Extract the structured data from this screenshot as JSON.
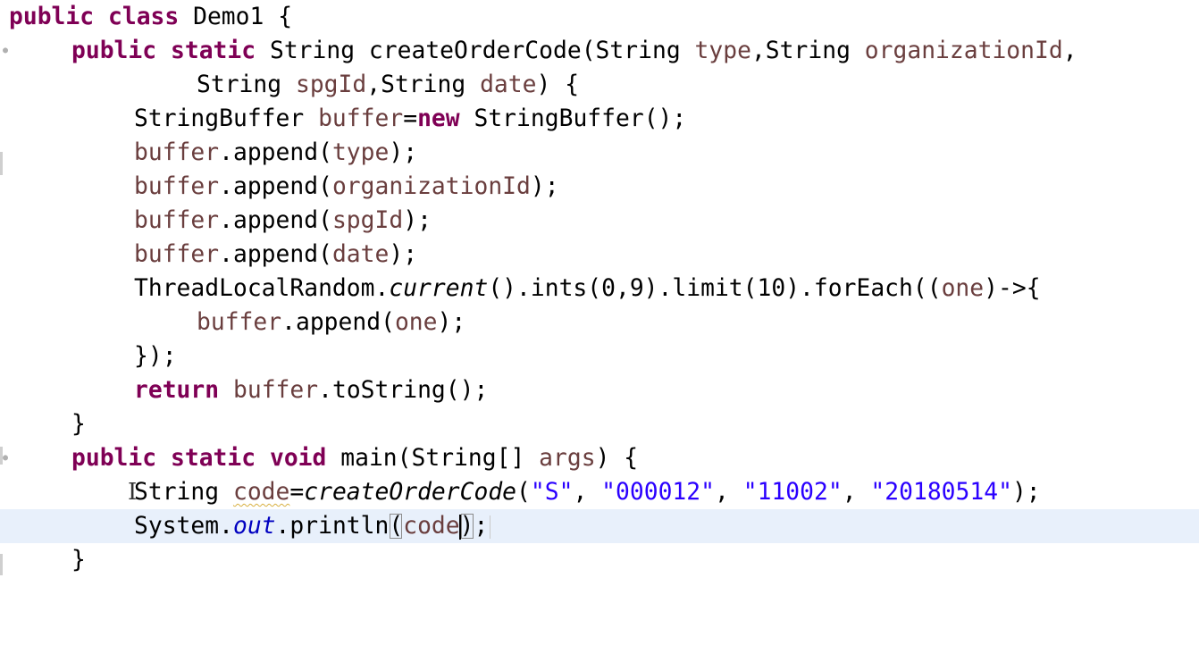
{
  "editor": {
    "language": "java",
    "current_line_index": 15,
    "colors": {
      "background": "#ffffff",
      "keyword": "#7f0055",
      "local_variable": "#6a3e3e",
      "string": "#2a00ff",
      "static_field": "#0000c0",
      "current_line_highlight": "#e8f0fb"
    },
    "lines": [
      "public class Demo1 {",
      "    public static String createOrderCode(String type,String organizationId,",
      "           String spgId,String date) {",
      "        StringBuffer buffer=new StringBuffer();",
      "        buffer.append(type);",
      "        buffer.append(organizationId);",
      "        buffer.append(spgId);",
      "        buffer.append(date);",
      "        ThreadLocalRandom.current().ints(0,9).limit(10).forEach((one)->{",
      "            buffer.append(one);",
      "        });",
      "        return buffer.toString();",
      "    }",
      "    public static void main(String[] args) {",
      "        String code=createOrderCode(\"S\", \"000012\", \"11002\", \"20180514\");",
      "        System.out.println(code);",
      "    }"
    ]
  },
  "icons": {
    "fold_marker": "fold-dot-icon",
    "text_cursor": "ibeam-cursor-icon"
  }
}
